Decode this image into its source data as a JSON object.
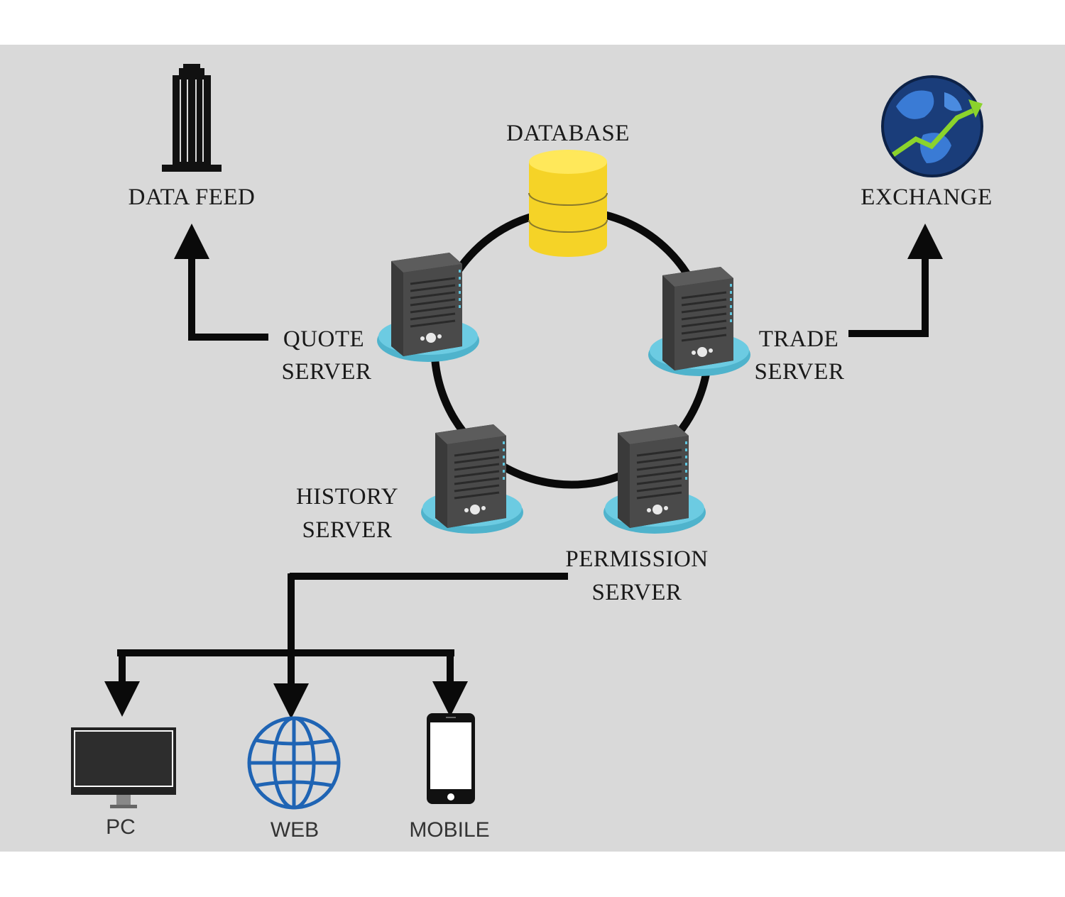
{
  "colors": {
    "background": "#d9d9d9",
    "page": "#ffffff",
    "ring": "#0a0a0a",
    "server_body": "#4a4a4a",
    "server_base": "#5fc4dc",
    "database": "#f5d327",
    "globe_blue": "#1f64b4"
  },
  "labels": {
    "database": "DATABASE",
    "data_feed": "DATA FEED",
    "exchange": "EXCHANGE",
    "quote_server": [
      "QUOTE",
      "SERVER"
    ],
    "trade_server": [
      "TRADE",
      "SERVER"
    ],
    "history_server": [
      "HISTORY",
      "SERVER"
    ],
    "permission_server": [
      "PERMISSION",
      "SERVER"
    ],
    "pc": "PC",
    "web": "WEB",
    "mobile": "MOBILE"
  },
  "icons": {
    "data_feed": "building-icon",
    "exchange": "globe-chart-icon",
    "database": "database-icon",
    "server": "server-icon",
    "pc": "monitor-icon",
    "web": "globe-icon",
    "mobile": "smartphone-icon"
  }
}
